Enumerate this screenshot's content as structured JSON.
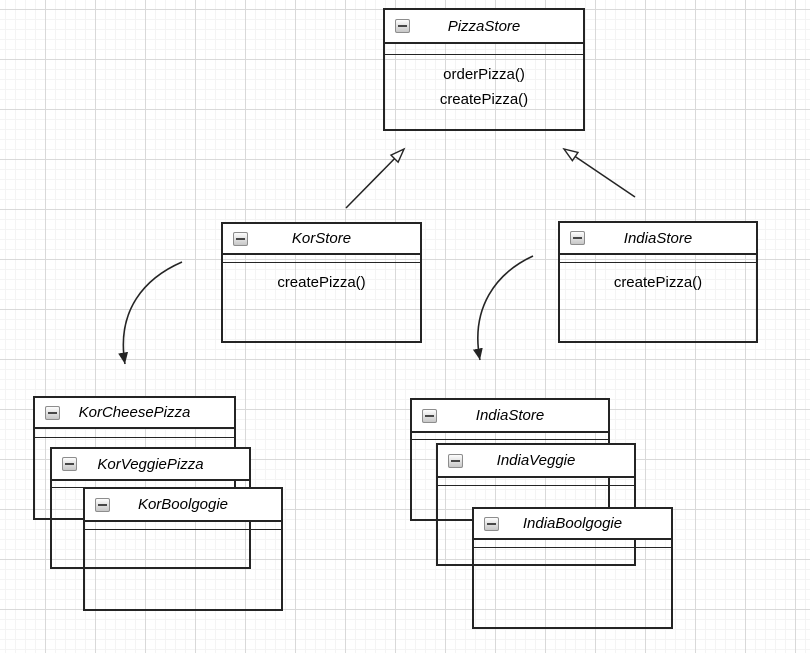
{
  "canvas": {
    "background_color": "#ffffff",
    "grid_minor_color": "#f4f4f4",
    "grid_major_color": "#d9d9d9",
    "stroke_color": "#242424"
  },
  "classes": [
    {
      "name": "PizzaStore",
      "methods": [
        "orderPizza()",
        "createPizza()"
      ]
    },
    {
      "name": "KorStore",
      "methods": [
        "createPizza()"
      ]
    },
    {
      "name": "IndiaStore",
      "methods": [
        "createPizza()"
      ]
    },
    {
      "name": "KorCheesePizza",
      "methods": []
    },
    {
      "name": "KorVeggiePizza",
      "methods": []
    },
    {
      "name": "KorBoolgogie",
      "methods": []
    },
    {
      "name": "IndiaStore",
      "methods": []
    },
    {
      "name": "IndiaVeggie",
      "methods": []
    },
    {
      "name": "IndiaBoolgogie",
      "methods": []
    }
  ],
  "icons": {
    "collapse": "collapse-minus-icon",
    "inheritance_arrowhead": "open-triangle-arrowhead",
    "creation_arrowhead": "solid-triangle-arrowhead"
  },
  "edges": [
    {
      "name": "korstore-extends-pizzastore",
      "type": "inheritance-open-arrow"
    },
    {
      "name": "indiastore-extends-pizzastore",
      "type": "inheritance-open-arrow"
    },
    {
      "name": "korstore-to-kor-pizzas",
      "type": "curved-solid-arrow"
    },
    {
      "name": "indiastore-to-india-pizzas",
      "type": "curved-solid-arrow"
    }
  ]
}
